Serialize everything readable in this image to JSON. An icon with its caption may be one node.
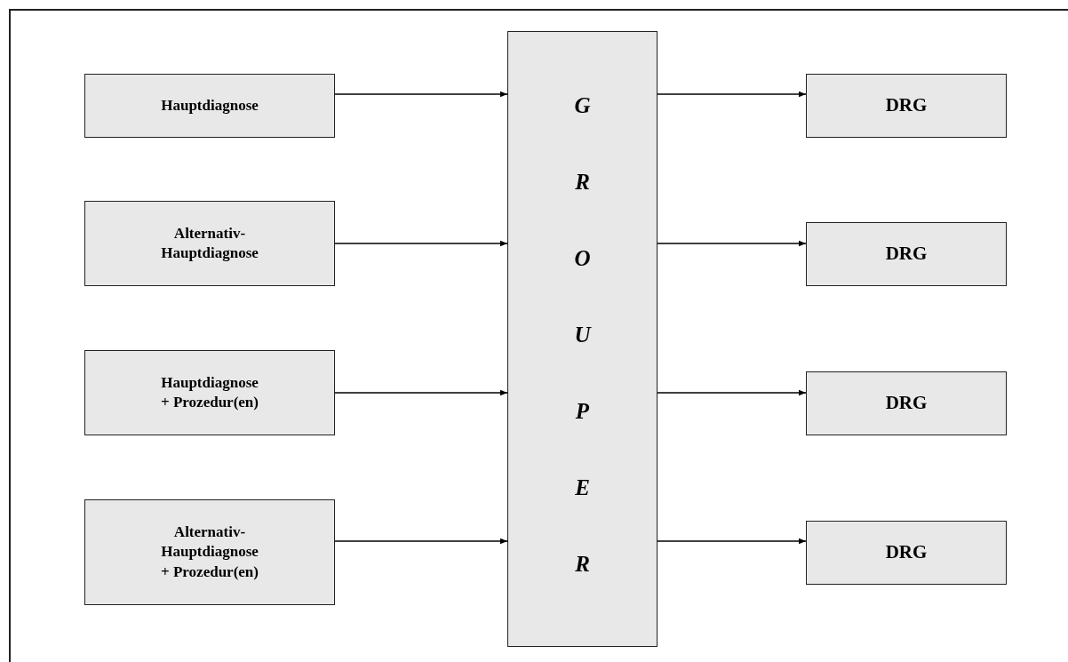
{
  "diagram": {
    "nodes": [
      {
        "text": [
          "Hauptdiagnose"
        ]
      },
      {
        "text": [
          "Alternativ- Hauptdiagnose"
        ]
      },
      {
        "text": [
          "Hauptdiagnose + Prozedur(en)"
        ]
      },
      {
        "text": [
          "Alternativ- Hauptdiagnose + Prozedur(en)"
        ]
      },
      {
        "text": [
          "GROUPER"
        ]
      },
      {
        "text": [
          "DRG"
        ]
      },
      {
        "text": [
          "DRG"
        ]
      },
      {
        "text": [
          "DRG"
        ]
      },
      {
        "text": [
          "DRG"
        ]
      }
    ],
    "edges": [
      {
        "from": 0,
        "to": 4,
        "arrow": "to"
      },
      {
        "from": 1,
        "to": 4,
        "arrow": "to"
      },
      {
        "from": 2,
        "to": 4,
        "arrow": "to"
      },
      {
        "from": 3,
        "to": 4,
        "arrow": "to"
      },
      {
        "from": 4,
        "to": 5,
        "arrow": "to"
      },
      {
        "from": 4,
        "to": 6,
        "arrow": "to"
      },
      {
        "from": 4,
        "to": 7,
        "arrow": "to"
      },
      {
        "from": 4,
        "to": 8,
        "arrow": "to"
      }
    ]
  }
}
